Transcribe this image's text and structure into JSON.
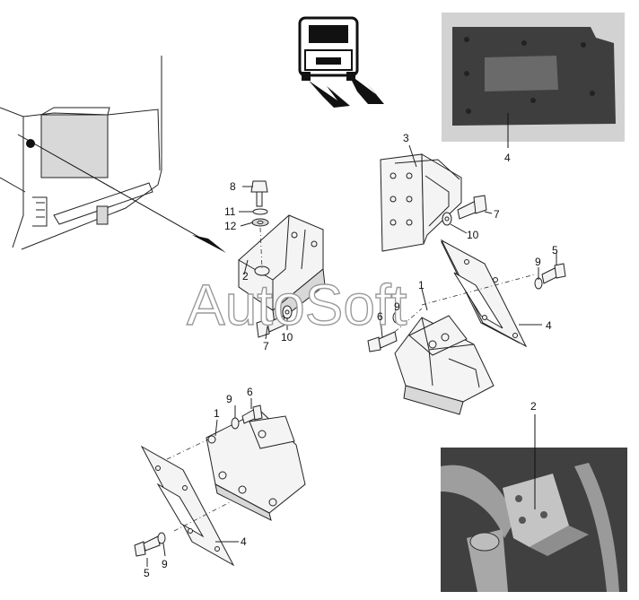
{
  "watermark": "AutoSoft",
  "callouts": {
    "p4_photo_top": "4",
    "p3": "3",
    "p7_right": "7",
    "p10_right": "10",
    "p8": "8",
    "p11": "11",
    "p12": "12",
    "p2_bracket": "2",
    "p7_left": "7",
    "p10_left": "10",
    "p1_right": "1",
    "p9_right_top": "9",
    "p5_right": "5",
    "p4_right": "4",
    "p6_right": "6",
    "p9_right_mid": "9",
    "p9_lower": "9",
    "p6_lower": "6",
    "p1_lower": "1",
    "p4_lower": "4",
    "p5_lower": "5",
    "p9_lower_bottom": "9",
    "p2_photo": "2"
  },
  "icons": {
    "vehicle": "truck-front-icon",
    "direction": "arrow-icon"
  }
}
